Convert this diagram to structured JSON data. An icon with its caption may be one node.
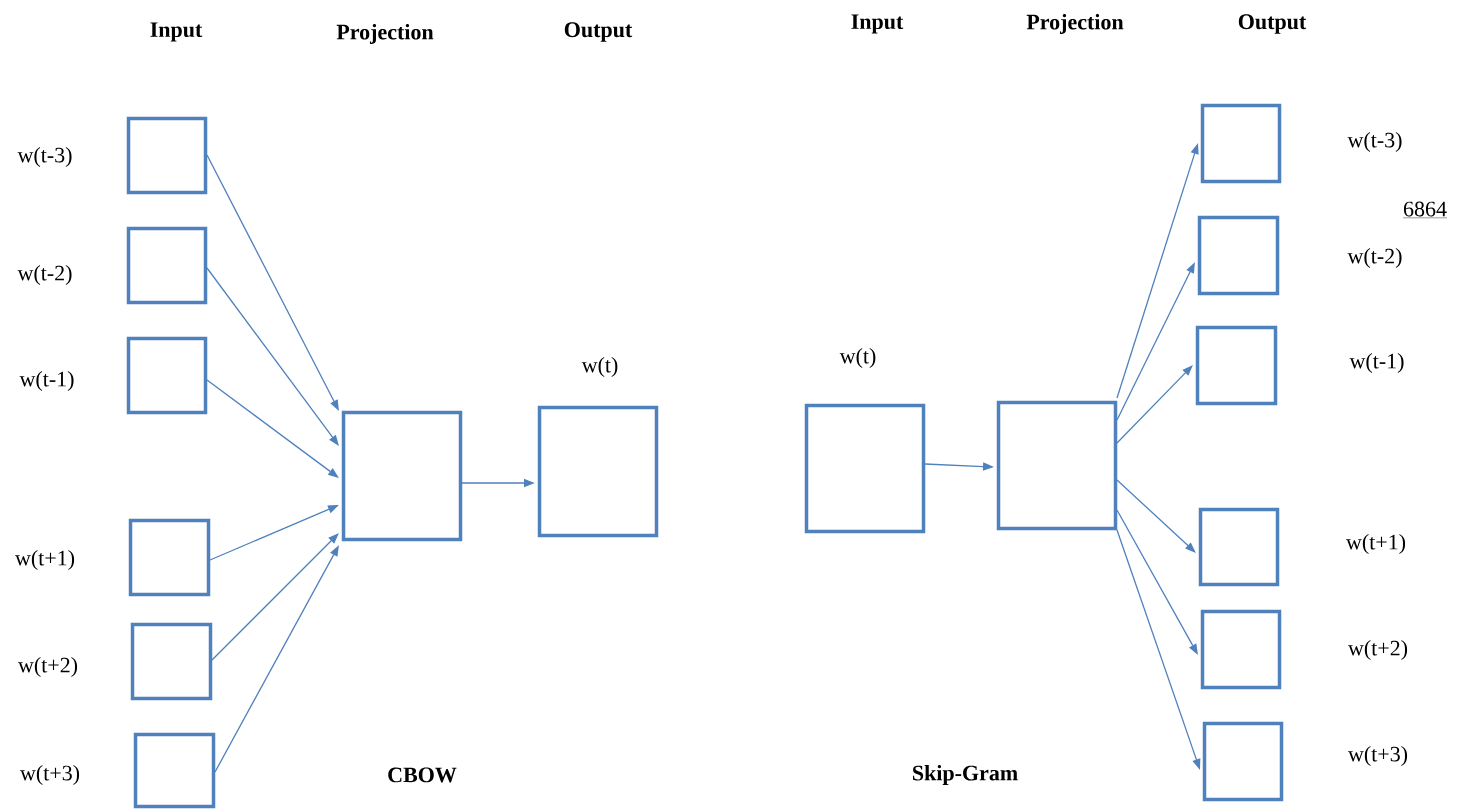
{
  "diagram": {
    "nodes": [
      {
        "text": [],
        "shape": "box",
        "beside": [
          "w(t-3)"
        ]
      },
      {
        "text": [],
        "shape": "box",
        "beside": [
          "w(t-2)"
        ]
      },
      {
        "text": [],
        "shape": "box",
        "beside": [
          "w(t-1)"
        ]
      },
      {
        "text": [],
        "shape": "box",
        "beside": [
          "w(t+1)"
        ]
      },
      {
        "text": [],
        "shape": "box",
        "beside": [
          "w(t+2)"
        ]
      },
      {
        "text": [],
        "shape": "box",
        "beside": [
          "w(t+3)"
        ]
      },
      {
        "text": [],
        "shape": "box"
      },
      {
        "text": [],
        "shape": "box",
        "beside": [
          "w(t)"
        ]
      },
      {
        "text": [],
        "shape": "box",
        "beside": [
          "w(t)"
        ]
      },
      {
        "text": [],
        "shape": "box"
      },
      {
        "text": [],
        "shape": "box",
        "beside": [
          "w(t-3)"
        ]
      },
      {
        "text": [],
        "shape": "box",
        "beside": [
          "w(t-2)"
        ]
      },
      {
        "text": [],
        "shape": "box",
        "beside": [
          "w(t-1)"
        ]
      },
      {
        "text": [],
        "shape": "box",
        "beside": [
          "w(t+1)"
        ]
      },
      {
        "text": [],
        "shape": "box",
        "beside": [
          "w(t+2)"
        ]
      },
      {
        "text": [],
        "shape": "box",
        "beside": [
          "w(t+3)"
        ]
      }
    ],
    "edges": [
      {
        "from": 0,
        "to": 6,
        "arrow": "to"
      },
      {
        "from": 1,
        "to": 6,
        "arrow": "to"
      },
      {
        "from": 2,
        "to": 6,
        "arrow": "to"
      },
      {
        "from": 3,
        "to": 6,
        "arrow": "to"
      },
      {
        "from": 4,
        "to": 6,
        "arrow": "to"
      },
      {
        "from": 5,
        "to": 6,
        "arrow": "to"
      },
      {
        "from": 6,
        "to": 7,
        "arrow": "to"
      },
      {
        "from": 8,
        "to": 9,
        "arrow": "to"
      },
      {
        "from": 9,
        "to": 10,
        "arrow": "to"
      },
      {
        "from": 9,
        "to": 11,
        "arrow": "to"
      },
      {
        "from": 9,
        "to": 12,
        "arrow": "to"
      },
      {
        "from": 9,
        "to": 13,
        "arrow": "to"
      },
      {
        "from": 9,
        "to": 14,
        "arrow": "to"
      },
      {
        "from": 9,
        "to": 15,
        "arrow": "to"
      }
    ],
    "labels": [
      "Input",
      "Projection",
      "Output",
      "Input",
      "Projection",
      "Output",
      "6864",
      "CBOW",
      "Skip-Gram"
    ]
  }
}
